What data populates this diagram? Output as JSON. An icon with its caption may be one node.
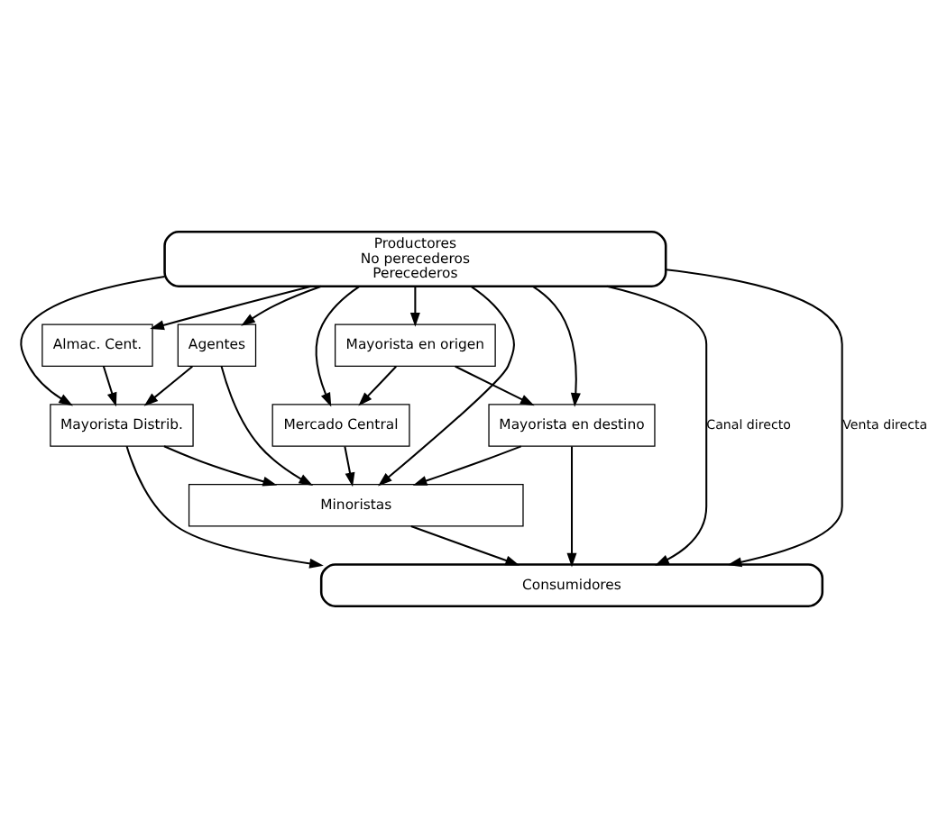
{
  "diagram": {
    "nodes": [
      {
        "text": [
          "Productores",
          "No perecederos",
          "Perecederos"
        ]
      },
      {
        "text": [
          "Almac. Cent."
        ]
      },
      {
        "text": [
          "Agentes"
        ]
      },
      {
        "text": [
          "Mayorista en origen"
        ]
      },
      {
        "text": [
          "Mercado Central"
        ]
      },
      {
        "text": [
          "Mayorista Distrib."
        ]
      },
      {
        "text": [
          "Mayorista en destino"
        ]
      },
      {
        "text": [
          "Minoristas"
        ]
      },
      {
        "text": [
          "Consumidores"
        ]
      }
    ],
    "edges": [
      {
        "from": 0,
        "to": 8,
        "arrow": "to",
        "label": "Canal directo"
      },
      {
        "from": 0,
        "to": 1,
        "arrow": "to"
      },
      {
        "from": 0,
        "to": 5,
        "arrow": "to"
      },
      {
        "from": 0,
        "to": 2,
        "arrow": "to"
      },
      {
        "from": 1,
        "to": 5,
        "arrow": "to"
      },
      {
        "from": 2,
        "to": 5,
        "arrow": "to"
      },
      {
        "from": 2,
        "to": 7,
        "arrow": "to"
      },
      {
        "from": 5,
        "to": 7,
        "arrow": "to"
      },
      {
        "from": 5,
        "to": 8,
        "arrow": "to"
      },
      {
        "from": 0,
        "to": 7,
        "arrow": "to"
      },
      {
        "from": 0,
        "to": 4,
        "arrow": "to"
      },
      {
        "from": 4,
        "to": 7,
        "arrow": "to"
      },
      {
        "from": 0,
        "to": 3,
        "arrow": "to"
      },
      {
        "from": 3,
        "to": 4,
        "arrow": "to"
      },
      {
        "from": 3,
        "to": 6,
        "arrow": "to"
      },
      {
        "from": 6,
        "to": 7,
        "arrow": "to"
      },
      {
        "from": 6,
        "to": 8,
        "arrow": "to"
      },
      {
        "from": 0,
        "to": 6,
        "arrow": "to"
      },
      {
        "from": 7,
        "to": 8,
        "arrow": "to"
      },
      {
        "from": 0,
        "to": 8,
        "arrow": "to",
        "label": "Venta directa"
      }
    ]
  }
}
